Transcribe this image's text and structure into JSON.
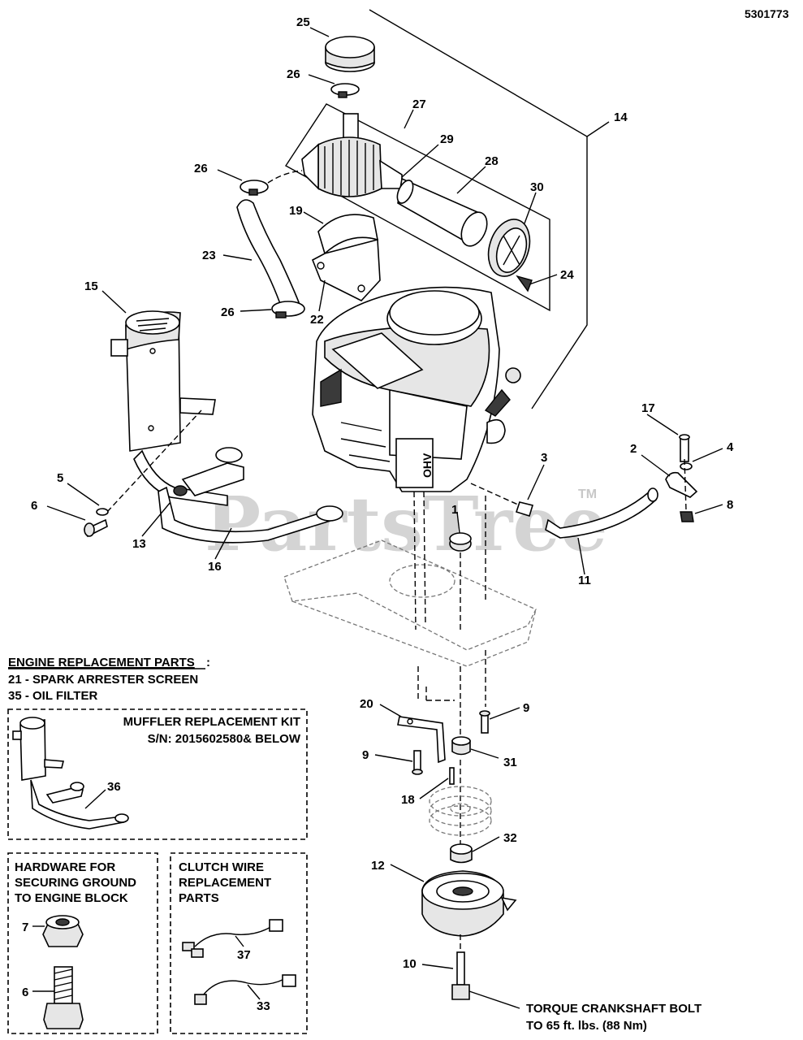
{
  "doc_number": "5301773",
  "watermark": "PartsTree",
  "watermark_tm": "TM",
  "callouts": {
    "c1": "1",
    "c2": "2",
    "c3": "3",
    "c4": "4",
    "c5": "5",
    "c6": "6",
    "c6b": "6",
    "c7": "7",
    "c8": "8",
    "c9": "9",
    "c9b": "9",
    "c10": "10",
    "c11": "11",
    "c12": "12",
    "c13": "13",
    "c14": "14",
    "c15": "15",
    "c16": "16",
    "c17": "17",
    "c18": "18",
    "c19": "19",
    "c20": "20",
    "c22": "22",
    "c23": "23",
    "c24": "24",
    "c25": "25",
    "c26": "26",
    "c26b": "26",
    "c26c": "26",
    "c27": "27",
    "c28": "28",
    "c29": "29",
    "c30": "30",
    "c31": "31",
    "c32": "32",
    "c33": "33",
    "c36": "36",
    "c37": "37"
  },
  "engine_parts": {
    "heading": "ENGINE REPLACEMENT PARTS",
    "colon": ":",
    "items": [
      "21 - SPARK ARRESTER SCREEN",
      "35 - OIL FILTER"
    ]
  },
  "muffler_kit": {
    "title": "MUFFLER REPLACEMENT KIT",
    "serial": "S/N: 2015602580& BELOW"
  },
  "hardware_box": {
    "lines": [
      "HARDWARE FOR",
      "SECURING GROUND",
      "TO ENGINE BLOCK"
    ]
  },
  "clutch_box": {
    "lines": [
      "CLUTCH WIRE",
      "REPLACEMENT",
      "PARTS"
    ]
  },
  "torque_note": {
    "lines": [
      "TORQUE CRANKSHAFT BOLT",
      "TO 65 ft. lbs. (88 Nm)"
    ]
  },
  "engine_label": "OHV"
}
